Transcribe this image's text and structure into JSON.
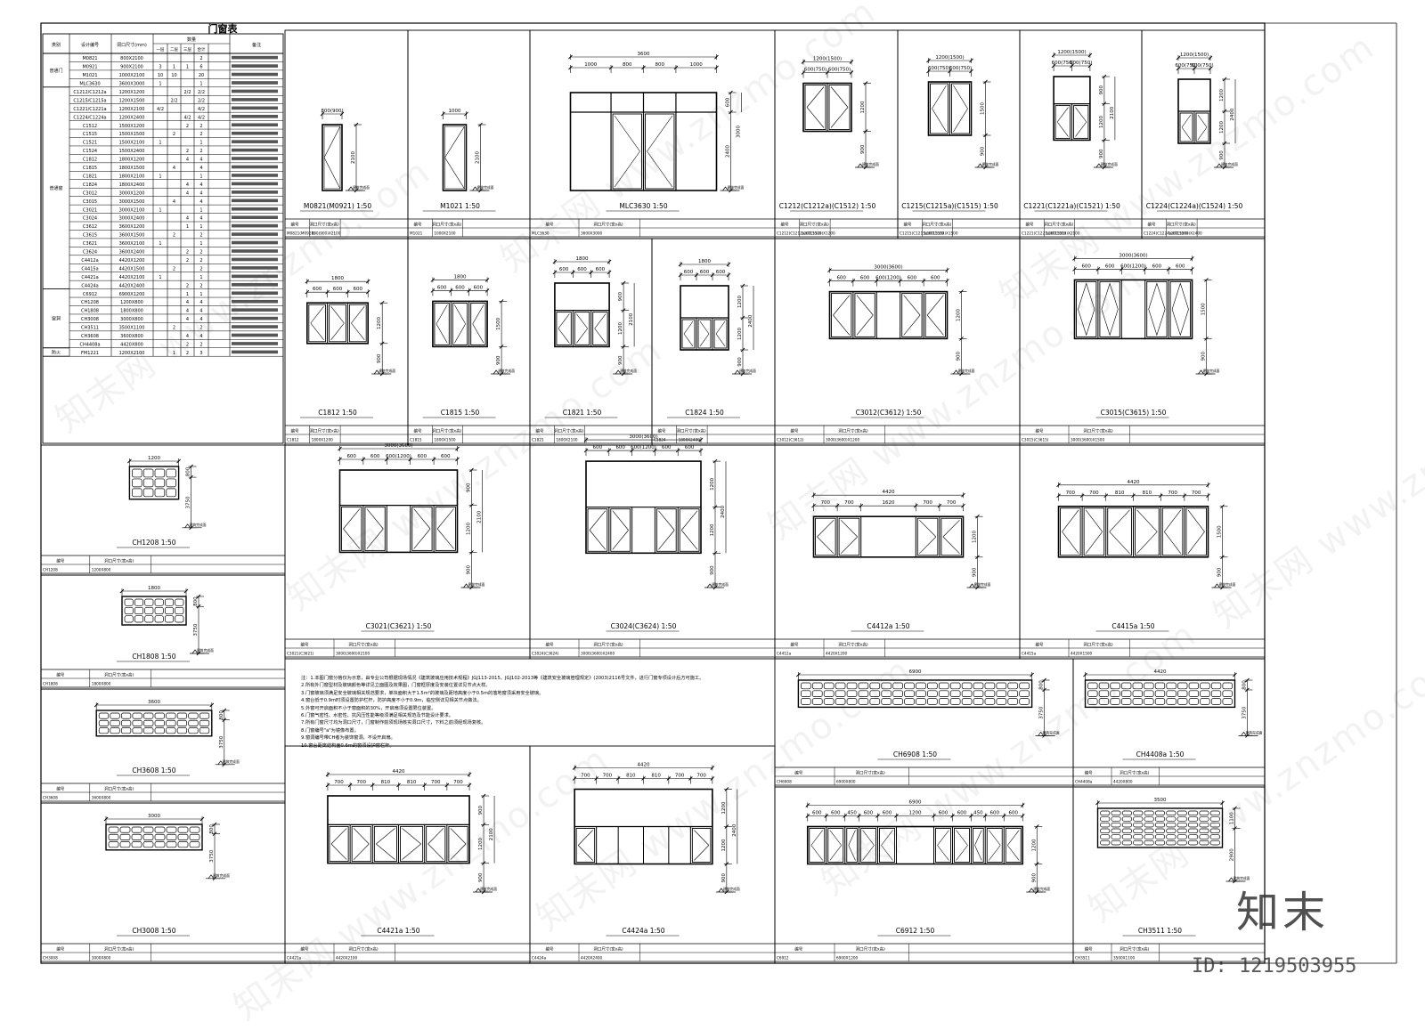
{
  "schedule": {
    "title": "门窗表",
    "headers": [
      "类别",
      "设计编号",
      "洞口尺寸(mm)",
      "数量",
      "备注"
    ],
    "floor_headers": [
      "一层",
      "二层",
      "三层",
      "合计"
    ],
    "groups": [
      {
        "name": "普通门",
        "start": 0,
        "count": 4
      },
      {
        "name": "普通窗",
        "start": 4,
        "count": 24
      },
      {
        "name": "窗洞",
        "start": 28,
        "count": 7
      },
      {
        "name": "防火",
        "start": 35,
        "count": 1
      }
    ],
    "rows": [
      [
        "M0821",
        "800X2100",
        "",
        "",
        "",
        "2"
      ],
      [
        "M0921",
        "900X2100",
        "3",
        "1",
        "1",
        "6"
      ],
      [
        "M1021",
        "1000X2100",
        "10",
        "10",
        "",
        "20"
      ],
      [
        "MLC3630",
        "3600X3000",
        "1",
        "",
        "",
        "1"
      ],
      [
        "C1212/C1212a",
        "1200X1200",
        "",
        "",
        "2/2",
        "2/2"
      ],
      [
        "C1215/C1215a",
        "1200X1500",
        "",
        "2/2",
        "",
        "2/2"
      ],
      [
        "C1221/C1221a",
        "1200X2100",
        "4/2",
        "",
        "",
        "4/2"
      ],
      [
        "C1224/C1224a",
        "1200X2400",
        "",
        "",
        "4/2",
        "4/2"
      ],
      [
        "C1512",
        "1500X1200",
        "",
        "",
        "2",
        "2"
      ],
      [
        "C1515",
        "1500X1500",
        "",
        "2",
        "",
        "2"
      ],
      [
        "C1521",
        "1500X2100",
        "1",
        "",
        "",
        "1"
      ],
      [
        "C1524",
        "1500X2400",
        "",
        "",
        "2",
        "2"
      ],
      [
        "C1812",
        "1800X1200",
        "",
        "",
        "4",
        "4"
      ],
      [
        "C1815",
        "1800X1500",
        "",
        "4",
        "",
        "4"
      ],
      [
        "C1821",
        "1800X2100",
        "1",
        "",
        "",
        "1"
      ],
      [
        "C1824",
        "1800X2400",
        "",
        "",
        "4",
        "4"
      ],
      [
        "C3012",
        "3000X1200",
        "",
        "",
        "4",
        "4"
      ],
      [
        "C3015",
        "3000X1500",
        "",
        "4",
        "",
        "4"
      ],
      [
        "C3021",
        "3000X2100",
        "1",
        "",
        "",
        "1"
      ],
      [
        "C3024",
        "3000X2400",
        "",
        "",
        "4",
        "4"
      ],
      [
        "C3612",
        "3600X1200",
        "",
        "",
        "1",
        "1"
      ],
      [
        "C3615",
        "3600X1500",
        "",
        "2",
        "",
        "2"
      ],
      [
        "C3621",
        "3600X2100",
        "1",
        "",
        "",
        "1"
      ],
      [
        "C3624",
        "3600X2400",
        "",
        "",
        "2",
        "2"
      ],
      [
        "C4412a",
        "4420X1200",
        "",
        "",
        "2",
        "2"
      ],
      [
        "C4415a",
        "4420X1500",
        "",
        "2",
        "",
        "2"
      ],
      [
        "C4421a",
        "4420X2100",
        "1",
        "",
        "",
        "1"
      ],
      [
        "C4424a",
        "4420X2400",
        "",
        "",
        "2",
        "2"
      ],
      [
        "C6912",
        "6900X1200",
        "",
        "",
        "1",
        "1"
      ],
      [
        "CH1208",
        "1200X800",
        "",
        "",
        "4",
        "4"
      ],
      [
        "CH1808",
        "1800X800",
        "",
        "",
        "4",
        "4"
      ],
      [
        "CH3008",
        "3000X800",
        "",
        "",
        "4",
        "4"
      ],
      [
        "CH3511",
        "3500X1100",
        "",
        "2",
        "",
        "2"
      ],
      [
        "CH3608",
        "3600X800",
        "",
        "",
        "4",
        "4"
      ],
      [
        "CH4408a",
        "4420X800",
        "",
        "",
        "2",
        "2"
      ],
      [
        "FM1221",
        "1200X2100",
        "",
        "1",
        "2",
        "3"
      ]
    ]
  },
  "cells": [
    {
      "label": "M0821(M0921) 1:50",
      "code": "M0821(M0921)",
      "size": "800(900)X2100"
    },
    {
      "label": "M1021 1:50",
      "code": "M1021",
      "size": "1000X2100"
    },
    {
      "label": "MLC3630 1:50",
      "code": "MLC3630",
      "size": "3600X3000"
    },
    {
      "label": "C1212(C1212a)(C1512) 1:50",
      "code": "C1212(C1212a)(C1512)",
      "size": "1200(1500)X1200"
    },
    {
      "label": "C1215(C1215a)(C1515) 1:50",
      "code": "C1215(C1215a)(C1515)",
      "size": "1200(1500)X1500"
    },
    {
      "label": "C1221(C1221a)(C1521) 1:50",
      "code": "C1221(C1221a)(C1521)",
      "size": "1200(1500)X2100"
    },
    {
      "label": "C1224(C1224a)(C1524) 1:50",
      "code": "C1224(C1224a)(C1524)",
      "size": "1200(1500)X2400"
    },
    {
      "label": "C1812 1:50",
      "code": "C1812",
      "size": "1800X1200"
    },
    {
      "label": "C1815 1:50",
      "code": "C1815",
      "size": "1800X1500"
    },
    {
      "label": "C1821 1:50",
      "code": "C1821",
      "size": "1800X2100"
    },
    {
      "label": "C1824 1:50",
      "code": "C1824",
      "size": "1800X2400"
    },
    {
      "label": "C3012(C3612) 1:50",
      "code": "C3012(C3612)",
      "size": "3000(3600)X1200"
    },
    {
      "label": "C3015(C3615) 1:50",
      "code": "C3015(C3615)",
      "size": "3000(3600)X1500"
    },
    {
      "label": "CH1208 1:50",
      "code": "CH1208",
      "size": "1200X800"
    },
    {
      "label": "C3021(C3621) 1:50",
      "code": "C3021(C3621)",
      "size": "3000(3600)X2100"
    },
    {
      "label": "C3024(C3624) 1:50",
      "code": "C3024(C3624)",
      "size": "3000(3600)X2400"
    },
    {
      "label": "C4412a 1:50",
      "code": "C4412a",
      "size": "4420X1200"
    },
    {
      "label": "C4415a 1:50",
      "code": "C4415a",
      "size": "4420X1500"
    },
    {
      "label": "CH1808 1:50",
      "code": "CH1808",
      "size": "1800X800"
    },
    {
      "label": "CH6908 1:50",
      "code": "CH6908",
      "size": "6900X800"
    },
    {
      "label": "CH4408a 1:50",
      "code": "CH4408a",
      "size": "4420X800"
    },
    {
      "label": "CH3608 1:50",
      "code": "CH3608",
      "size": "3600X800"
    },
    {
      "label": "CH3008 1:50",
      "code": "CH3008",
      "size": "3000X800"
    },
    {
      "label": "C4421a 1:50",
      "code": "C4421a",
      "size": "4420X2100"
    },
    {
      "label": "C4424a 1:50",
      "code": "C4424a",
      "size": "4420X2400"
    },
    {
      "label": "C6912 1:50",
      "code": "C6912",
      "size": "6900X1200"
    },
    {
      "label": "CH3511 1:50",
      "code": "CH3511",
      "size": "3500X1100"
    }
  ],
  "info_headers": {
    "code": "编号",
    "size": "洞口尺寸(宽x高)"
  },
  "floor_mark": "建筑完成面",
  "dims": {
    "M0821(M0921)": {
      "w": "800(900)",
      "h": [
        "2100"
      ]
    },
    "M1021": {
      "w": "1000",
      "h": [
        "2100"
      ]
    },
    "MLC3630": {
      "w": "3600",
      "parts": [
        "1000",
        "800",
        "800",
        "1000"
      ],
      "h": [
        "600",
        "2400"
      ],
      "tot": "3000"
    },
    "C1212(C1212a)(C1512)": {
      "w": "1200(1500)",
      "parts": [
        "600(750)",
        "600(750)"
      ],
      "h": [
        "1200",
        "900"
      ]
    },
    "C1215(C1215a)(C1515)": {
      "w": "1200(1500)",
      "parts": [
        "600(750)",
        "600(750)"
      ],
      "h": [
        "1500",
        "900"
      ]
    },
    "C1221(C1221a)(C1521)": {
      "w": "1200(1500)",
      "parts": [
        "600(750)",
        "600(750)"
      ],
      "h": [
        "900",
        "1200",
        "900"
      ],
      "tot": "2100"
    },
    "C1224(C1224a)(C1524)": {
      "w": "1200(1500)",
      "parts": [
        "600(750)",
        "600(750)"
      ],
      "h": [
        "1200",
        "1200",
        "900"
      ],
      "tot": "2400"
    },
    "C1812": {
      "w": "1800",
      "parts": [
        "600",
        "600",
        "600"
      ],
      "h": [
        "1200",
        "900"
      ]
    },
    "C1815": {
      "w": "1800",
      "parts": [
        "600",
        "600",
        "600"
      ],
      "h": [
        "1500",
        "900"
      ]
    },
    "C1821": {
      "w": "1800",
      "parts": [
        "600",
        "600",
        "600"
      ],
      "h": [
        "900",
        "1200",
        "900"
      ],
      "tot": "2100"
    },
    "C1824": {
      "w": "1800",
      "parts": [
        "600",
        "600",
        "600"
      ],
      "h": [
        "1200",
        "1200",
        "900"
      ],
      "tot": "2400"
    },
    "C3012(C3612)": {
      "w": "3000(3600)",
      "parts": [
        "600",
        "600",
        "600(1200)",
        "600",
        "600"
      ],
      "h": [
        "1200",
        "900"
      ]
    },
    "C3015(C3615)": {
      "w": "3000(3600)",
      "parts": [
        "600",
        "600",
        "600(1200)",
        "600",
        "600"
      ],
      "h": [
        "1500",
        "900"
      ]
    },
    "C3021(C3621)": {
      "w": "3000(3600)",
      "parts": [
        "600",
        "600",
        "600(1200)",
        "600",
        "600"
      ],
      "h": [
        "900",
        "1200",
        "900"
      ],
      "tot": "2100"
    },
    "C3024(C3624)": {
      "w": "3000(3600)",
      "parts": [
        "600",
        "600",
        "600(1200)",
        "600",
        "600"
      ],
      "h": [
        "1200",
        "1200",
        "900"
      ],
      "tot": "2400"
    },
    "C4412a": {
      "w": "4420",
      "parts": [
        "700",
        "700",
        "1620",
        "700",
        "700"
      ],
      "h": [
        "1200",
        "900"
      ]
    },
    "C4415a": {
      "w": "4420",
      "parts": [
        "700",
        "700",
        "810",
        "810",
        "700",
        "700"
      ],
      "h": [
        "1500",
        "900"
      ]
    },
    "C4421a": {
      "w": "4420",
      "parts": [
        "700",
        "700",
        "810",
        "810",
        "700",
        "700"
      ],
      "h": [
        "900",
        "1200",
        "900"
      ],
      "tot": "2100"
    },
    "C4424a": {
      "w": "4420",
      "parts": [
        "700",
        "700",
        "810",
        "810",
        "700",
        "700"
      ],
      "h": [
        "1200",
        "1200",
        "900"
      ],
      "tot": "2400"
    },
    "C6912": {
      "w": "6900",
      "parts": [
        "600",
        "600",
        "450",
        "600",
        "600",
        "1200",
        "600",
        "600",
        "450",
        "600",
        "600"
      ],
      "h": [
        "1200",
        "900"
      ]
    },
    "CH1208": {
      "w": "1200",
      "h": [
        "800",
        "3750"
      ]
    },
    "CH1808": {
      "w": "1800",
      "h": [
        "800",
        "3750"
      ]
    },
    "CH3608": {
      "w": "3600",
      "h": [
        "800",
        "3750"
      ]
    },
    "CH3008": {
      "w": "3000",
      "h": [
        "800",
        "3750"
      ]
    },
    "CH6908": {
      "w": "6900",
      "h": [
        "800",
        "3750"
      ]
    },
    "CH4408a": {
      "w": "4420",
      "h": [
        "800",
        "3750"
      ]
    },
    "CH3511": {
      "w": "3500",
      "h": [
        "1100",
        "2900"
      ]
    }
  },
  "notes": [
    "注：1.本图门窗分格仅为示意，由专业公司根据现场情况《建筑玻璃应用技术规程》JGJ113-2015、JGJ102-2013等《建筑安全玻璃管理规定》(2003)2116号文件，进行门窗专项设计后方可施工。",
    "2.所有外门窗型材及玻璃颜色等详见立面图及效果图，门窗框厚度及安装位置详见节点大样。",
    "3.门窗玻璃须满足安全玻璃相关规范要求，单块面积大于1.5m²的玻璃及距地高度小于0.5m的落地窗须采用安全玻璃。",
    "4.窗台低于0.9m时须设置防护栏杆，防护高度不小于0.9m，临空侧详见相关节点做法。",
    "5.外窗可开启面积不小于窗面积的30%，开启扇须设置限位装置。",
    "6.门窗气密性、水密性、抗风压性能等级须满足相关规范及节能设计要求。",
    "7.所有门窗尺寸均为洞口尺寸，门窗制作前须现场核实洞口尺寸，下料之前须经现场复核。",
    "8.门窗编号\"a\"为镜像布置。",
    "9.窗洞编号带CH者为装饰窗洞，不设开启扇。",
    "10.窗台距离结构面0.6m的窗须设护窗栏杆。"
  ],
  "logo": "知末",
  "logo_id": "ID: 1219503955",
  "watermark_text": "知末网 www.znzmo.com"
}
